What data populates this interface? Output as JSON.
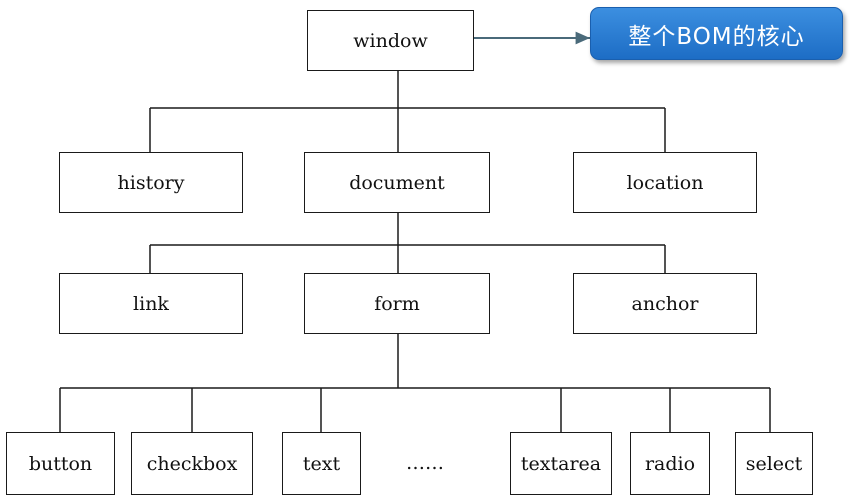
{
  "callout": {
    "text": "整个BOM的核心"
  },
  "nodes": {
    "window": "window",
    "history": "history",
    "document": "document",
    "location": "location",
    "link": "link",
    "form": "form",
    "anchor": "anchor",
    "button": "button",
    "checkbox": "checkbox",
    "text": "text",
    "ellipsis": "……",
    "textarea": "textarea",
    "radio": "radio",
    "select": "select"
  },
  "colors": {
    "line": "#1a1a1a",
    "arrow": "#4a6a7a",
    "callout_fill": "#2a7fd6"
  }
}
